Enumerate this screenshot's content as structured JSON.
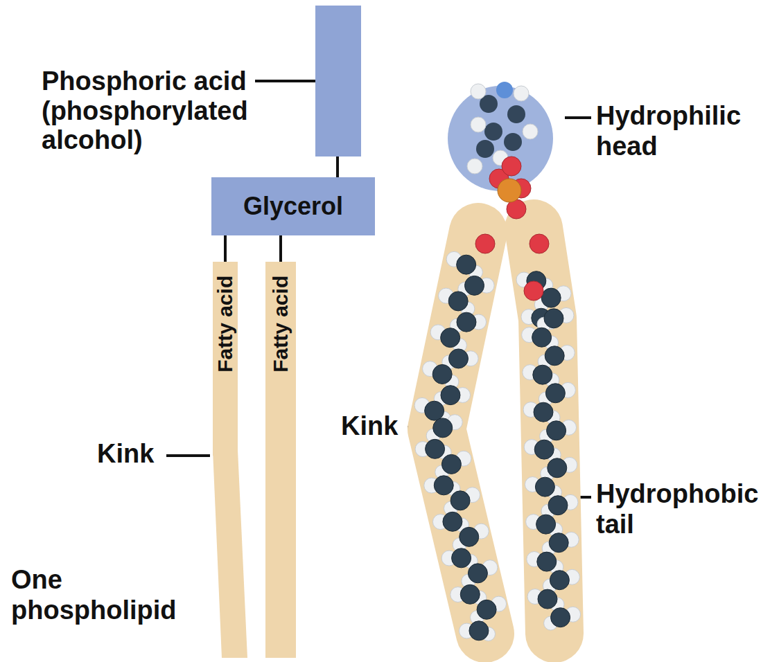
{
  "diagram": {
    "nodes": [
      {
        "text": [
          "Phosphoric acid (phosphorylated alcohol)"
        ]
      },
      {
        "text": [
          "Glycerol"
        ]
      },
      {
        "text": [
          "Fatty acid"
        ]
      },
      {
        "text": [
          "Fatty acid"
        ]
      }
    ],
    "edges": [
      {
        "from": 0,
        "to": 1,
        "arrow": "none"
      },
      {
        "from": 1,
        "to": 2,
        "arrow": "none"
      },
      {
        "from": 1,
        "to": 3,
        "arrow": "none"
      }
    ],
    "labels": [
      "Kink",
      "One phospholipid",
      "Hydrophilic head",
      "Kink",
      "Hydrophobic tail"
    ]
  }
}
